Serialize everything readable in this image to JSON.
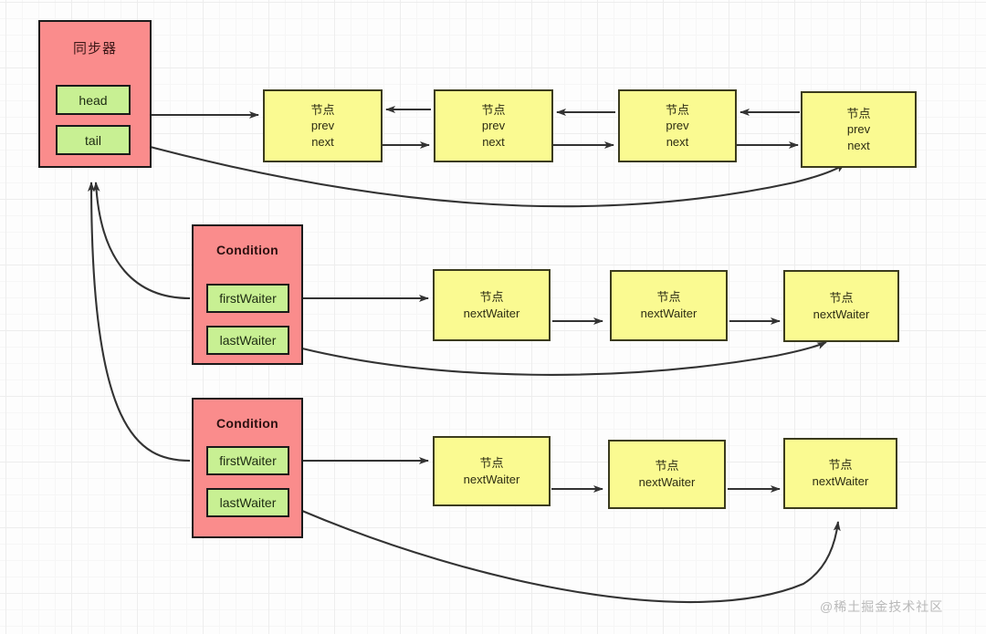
{
  "diagram": {
    "title_text": "同步器",
    "watermark": "@稀土掘金技术社区",
    "colors": {
      "container_red": "#fa8c8c",
      "field_green": "#c8f093",
      "node_yellow": "#fafa91",
      "stroke_dark": "#333333",
      "grid_line": "#ededed"
    }
  },
  "synchronizer": {
    "label": "同步器",
    "fields": [
      {
        "name": "head",
        "label": "head"
      },
      {
        "name": "tail",
        "label": "tail"
      }
    ]
  },
  "queue_nodes": [
    {
      "line1": "节点",
      "line2": "prev",
      "line3": "next"
    },
    {
      "line1": "节点",
      "line2": "prev",
      "line3": "next"
    },
    {
      "line1": "节点",
      "line2": "prev",
      "line3": "next"
    },
    {
      "line1": "节点",
      "line2": "prev",
      "line3": "next"
    }
  ],
  "conditions": [
    {
      "label": "Condition",
      "fields": [
        {
          "name": "firstWaiter",
          "label": "firstWaiter"
        },
        {
          "name": "lastWaiter",
          "label": "lastWaiter"
        }
      ],
      "waiter_nodes": [
        {
          "line1": "节点",
          "line2": "nextWaiter"
        },
        {
          "line1": "节点",
          "line2": "nextWaiter"
        },
        {
          "line1": "节点",
          "line2": "nextWaiter"
        }
      ]
    },
    {
      "label": "Condition",
      "fields": [
        {
          "name": "firstWaiter",
          "label": "firstWaiter"
        },
        {
          "name": "lastWaiter",
          "label": "lastWaiter"
        }
      ],
      "waiter_nodes": [
        {
          "line1": "节点",
          "line2": "nextWaiter"
        },
        {
          "line1": "节点",
          "line2": "nextWaiter"
        },
        {
          "line1": "节点",
          "line2": "nextWaiter"
        }
      ]
    }
  ]
}
